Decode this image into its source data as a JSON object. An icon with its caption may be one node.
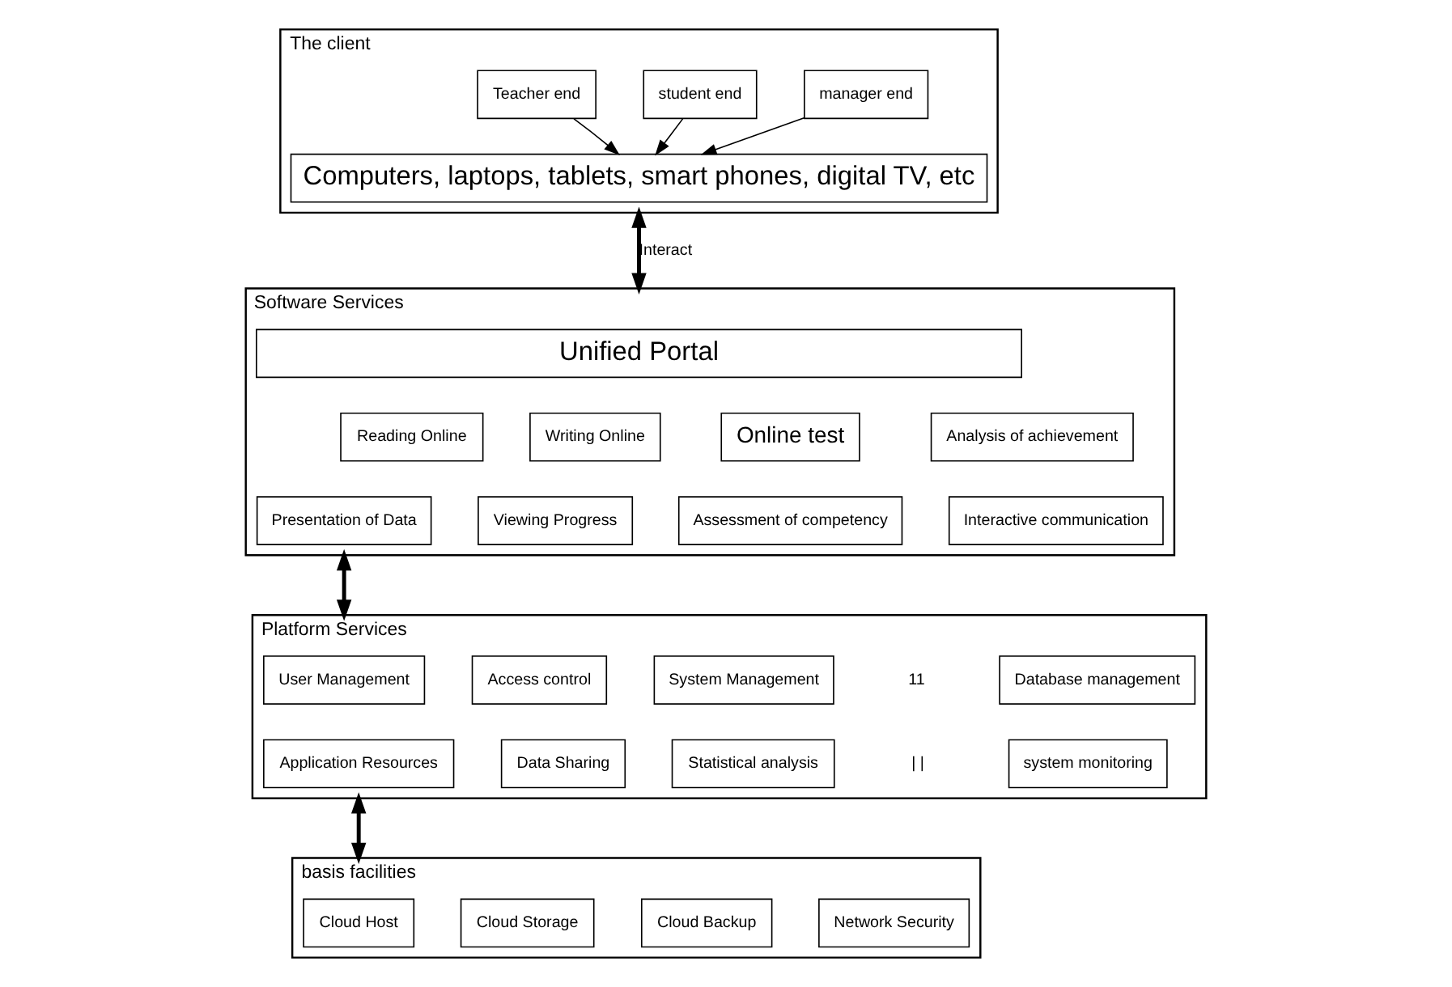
{
  "diagram": {
    "nodes": [
      {
        "text": [
          "The client"
        ]
      },
      {
        "text": [
          "Teacher end"
        ],
        "in": 0
      },
      {
        "text": [
          "student end"
        ],
        "in": 0
      },
      {
        "text": [
          "manager end"
        ],
        "in": 0
      },
      {
        "text": [
          "Computers, laptops, tablets, smart phones, digital TV, etc"
        ],
        "in": 0
      },
      {
        "text": [
          "Software Services"
        ]
      },
      {
        "text": [
          "Unified Portal"
        ],
        "in": 5
      },
      {
        "text": [
          "Reading Online"
        ],
        "in": 5
      },
      {
        "text": [
          "Writing Online"
        ],
        "in": 5
      },
      {
        "text": [
          "Online test"
        ],
        "in": 5
      },
      {
        "text": [
          "Analysis of achievement"
        ],
        "in": 5
      },
      {
        "text": [
          "Presentation of Data"
        ],
        "in": 5
      },
      {
        "text": [
          "Viewing Progress"
        ],
        "in": 5
      },
      {
        "text": [
          "Assessment of competency"
        ],
        "in": 5
      },
      {
        "text": [
          "Interactive communication"
        ],
        "in": 5
      },
      {
        "text": [
          "Platform Services"
        ]
      },
      {
        "text": [
          "User Management"
        ],
        "in": 15
      },
      {
        "text": [
          "Access control"
        ],
        "in": 15
      },
      {
        "text": [
          "System Management"
        ],
        "in": 15
      },
      {
        "text": [
          "Database management"
        ],
        "in": 15
      },
      {
        "text": [
          "Application Resources"
        ],
        "in": 15
      },
      {
        "text": [
          "Data Sharing"
        ],
        "in": 15
      },
      {
        "text": [
          "Statistical analysis"
        ],
        "in": 15
      },
      {
        "text": [
          "system monitoring"
        ],
        "in": 15
      },
      {
        "text": [
          "basis facilities"
        ]
      },
      {
        "text": [
          "Cloud Host"
        ],
        "in": 24
      },
      {
        "text": [
          "Cloud Storage"
        ],
        "in": 24
      },
      {
        "text": [
          "Cloud Backup"
        ],
        "in": 24
      },
      {
        "text": [
          "Network Security"
        ],
        "in": 24
      }
    ],
    "edges": [
      {
        "from": 1,
        "to": 4,
        "arrow": "to"
      },
      {
        "from": 2,
        "to": 4,
        "arrow": "to"
      },
      {
        "from": 3,
        "to": 4,
        "arrow": "to"
      },
      {
        "from": 0,
        "to": 5,
        "arrow": "both",
        "label": "Interact",
        "style": "thick"
      },
      {
        "from": 5,
        "to": 15,
        "arrow": "both",
        "style": "thick"
      },
      {
        "from": 15,
        "to": 24,
        "arrow": "both",
        "style": "thick"
      }
    ],
    "labels": [
      "11",
      "| |"
    ]
  }
}
